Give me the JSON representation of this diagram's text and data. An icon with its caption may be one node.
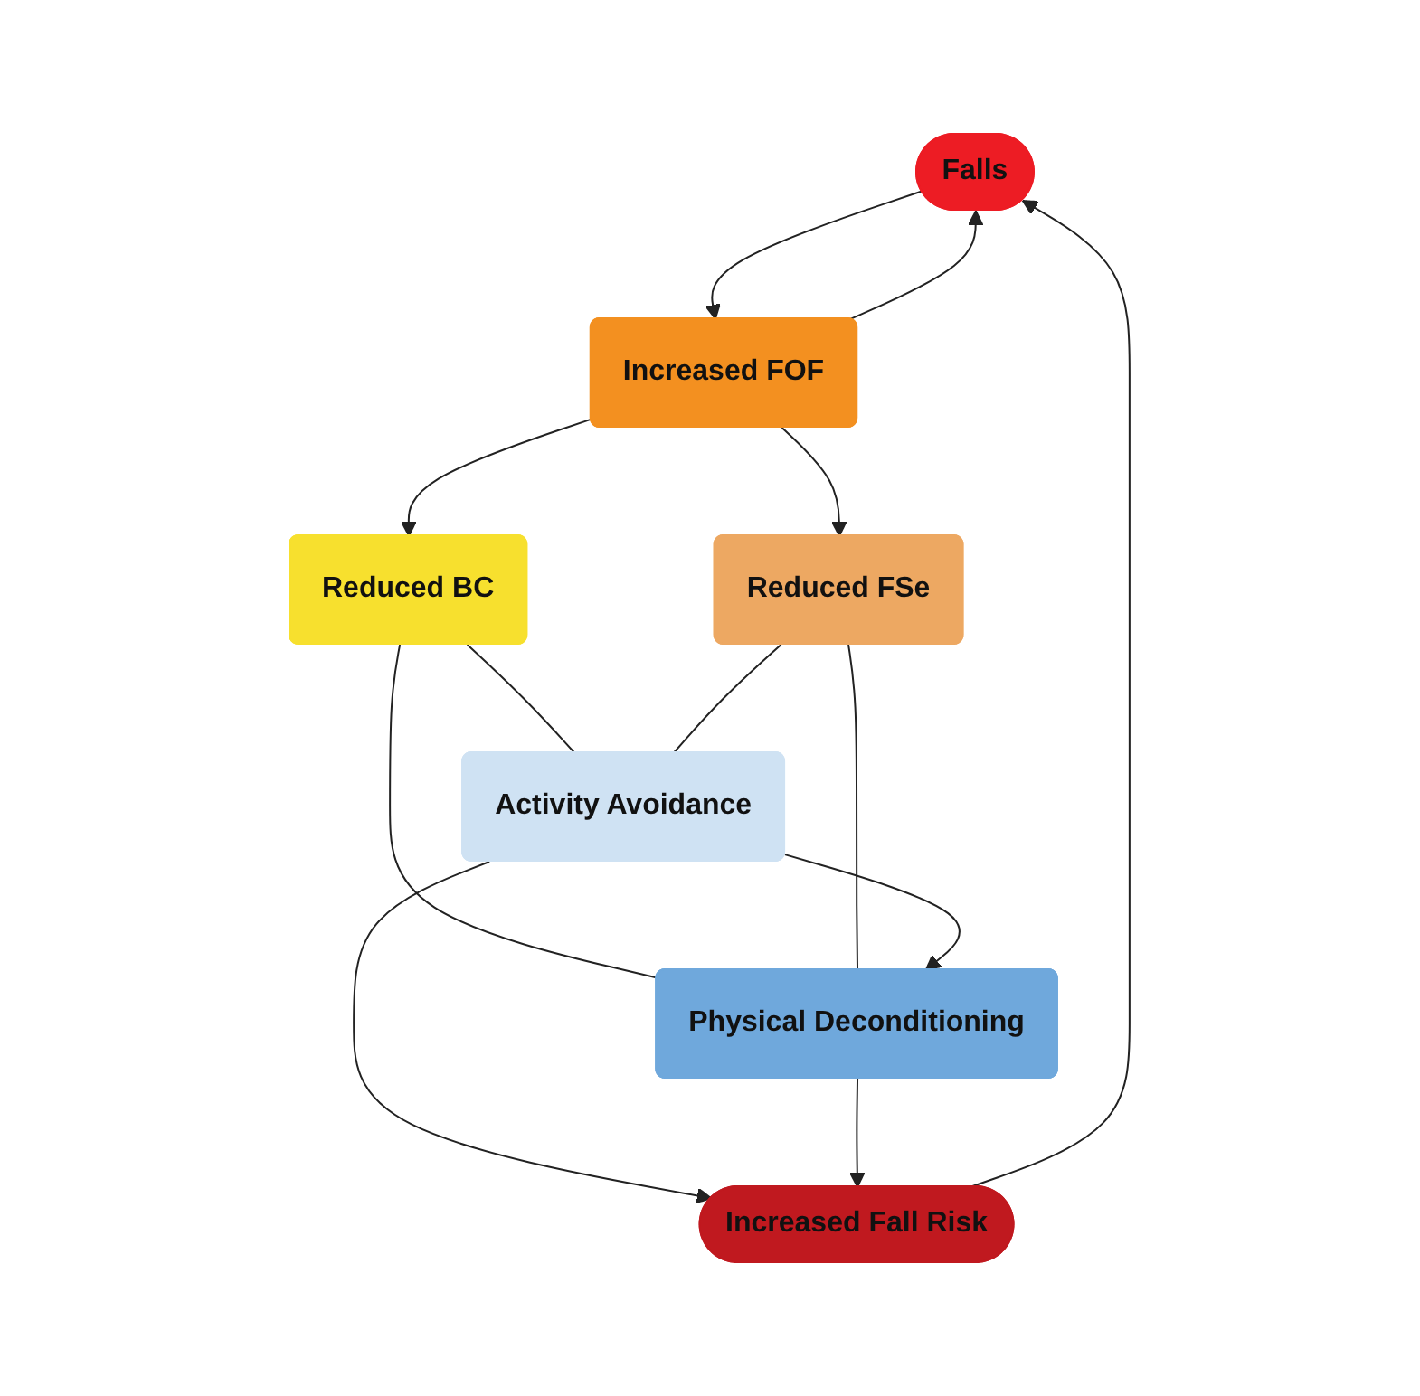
{
  "diagram": {
    "nodes": [
      {
        "text": [
          "Falls"
        ]
      },
      {
        "text": [
          "Reduced BC"
        ]
      },
      {
        "text": [
          "Increased FOF"
        ]
      },
      {
        "text": [
          "Reduced FSe"
        ]
      },
      {
        "text": [
          "Activity Avoidance"
        ]
      },
      {
        "text": [
          "Physical Deconditioning"
        ]
      },
      {
        "text": [
          "Increased Fall Risk"
        ]
      }
    ],
    "edges": [
      {
        "from": 0,
        "to": 2,
        "arrow": "to"
      },
      {
        "from": 2,
        "to": 0,
        "arrow": "to"
      },
      {
        "from": 2,
        "to": 1,
        "arrow": "to"
      },
      {
        "from": 2,
        "to": 3,
        "arrow": "to"
      },
      {
        "from": 1,
        "to": 4,
        "arrow": "none"
      },
      {
        "from": 1,
        "to": 5,
        "arrow": "none"
      },
      {
        "from": 3,
        "to": 4,
        "arrow": "none"
      },
      {
        "from": 3,
        "to": 5,
        "arrow": "none"
      },
      {
        "from": 4,
        "to": 5,
        "arrow": "to"
      },
      {
        "from": 4,
        "to": 6,
        "arrow": "to"
      },
      {
        "from": 5,
        "to": 6,
        "arrow": "to"
      },
      {
        "from": 6,
        "to": 0,
        "arrow": "to"
      }
    ]
  }
}
